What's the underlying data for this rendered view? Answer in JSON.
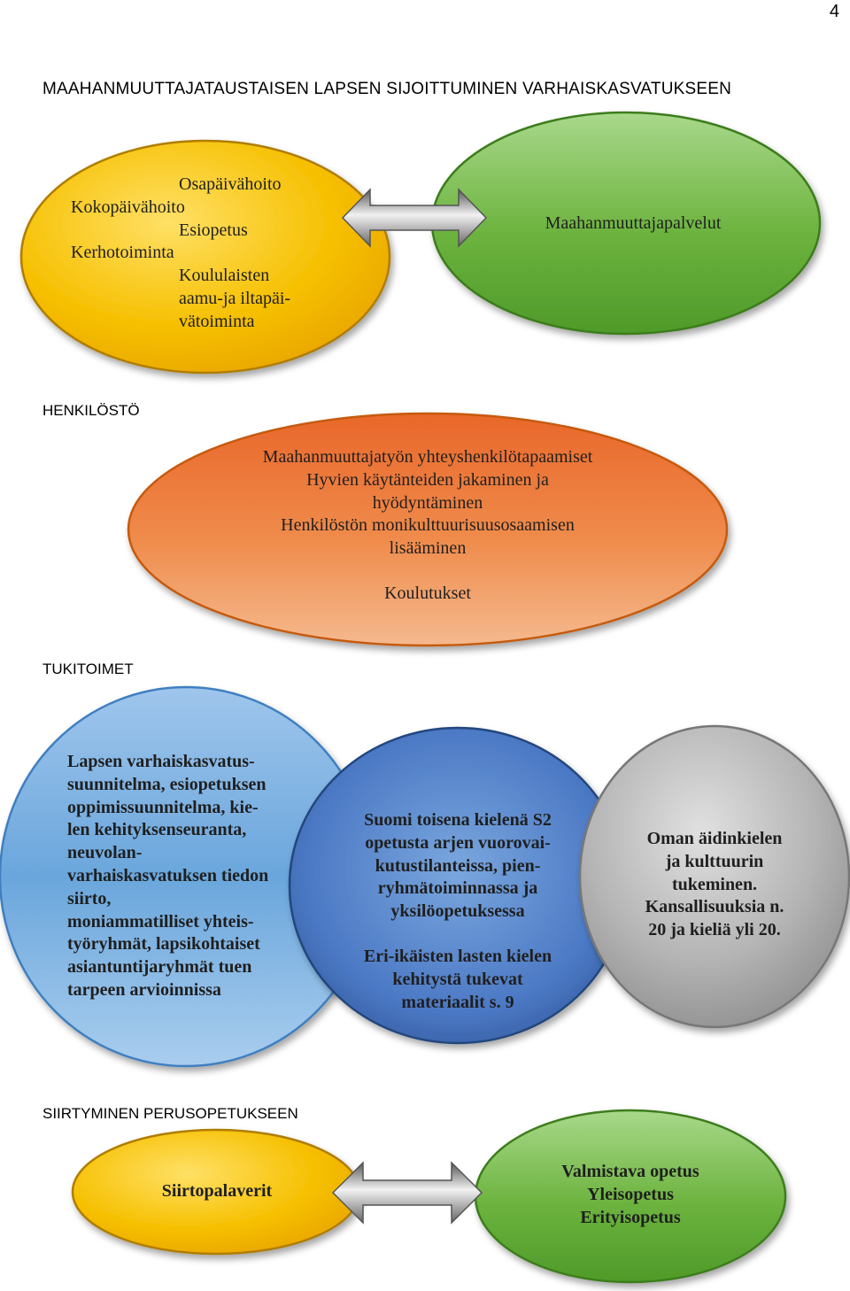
{
  "page_number": "4",
  "title": "MAAHANMUUTTAJATAUSTAISEN LAPSEN SIJOITTUMINEN VARHAISKASVATUKSEEN",
  "sections": {
    "henkilosto": "HENKILÖSTÖ",
    "tukitoimet": "TUKITOIMET",
    "siirtyminen": "SIIRTYMINEN PERUSOPETUKSEEN"
  },
  "colors": {
    "yellow": "#f6b800",
    "green": "#6eb33f",
    "orange": "#ed7d31",
    "blue_light": "#5b9bd5",
    "blue_dark": "#2f5597",
    "gray": "#a6a6a6"
  },
  "nodes": {
    "services": {
      "lines": [
        "Osapäivähoito",
        "Kokopäivähoito",
        "Esiopetus",
        "Kerhotoiminta",
        "Koululaisten",
        "aamu-ja iltapäi-",
        "vätoiminta"
      ]
    },
    "immigrant_services": {
      "label": "Maahanmuuttajapalvelut"
    },
    "staff": {
      "lines": [
        "Maahanmuuttajatyön yhteyshenkilötapaamiset",
        "Hyvien käytänteiden jakaminen ja",
        "hyödyntäminen",
        "Henkilöstön monikulttuurisuusosaamisen",
        "lisääminen"
      ],
      "footer": "Koulutukset"
    },
    "plans": {
      "lines": [
        "Lapsen varhaiskasvatus-",
        "suunnitelma, esiopetuksen",
        "oppimissuunnitelma, kie-",
        "len kehityksenseuranta,",
        "neuvolan-",
        "varhaiskasvatuksen tiedon",
        "siirto,",
        "moniammatilliset yhteis-",
        "työryhmät, lapsikohtaiset",
        "asiantuntijaryhmät tuen",
        "tarpeen arvioinnissa"
      ]
    },
    "finnish_s2": {
      "lines": [
        "Suomi toisena kielenä S2",
        "opetusta arjen vuorovai-",
        "kutustilanteissa, pien-",
        "ryhmätoiminnassa ja",
        "yksilöopetuksessa"
      ],
      "lines2": [
        "Eri-ikäisten lasten kielen",
        "kehitystä tukevat",
        "materiaalit s. 9"
      ]
    },
    "mother_tongue": {
      "lines": [
        "Oman äidinkielen",
        "ja kulttuurin",
        "tukeminen.",
        "Kansallisuuksia n.",
        "20 ja kieliä yli 20."
      ]
    },
    "transition_meetings": {
      "label": "Siirtopalaverit"
    },
    "education_forms": {
      "lines": [
        "Valmistava opetus",
        "Yleisopetus",
        "Erityisopetus"
      ]
    }
  }
}
